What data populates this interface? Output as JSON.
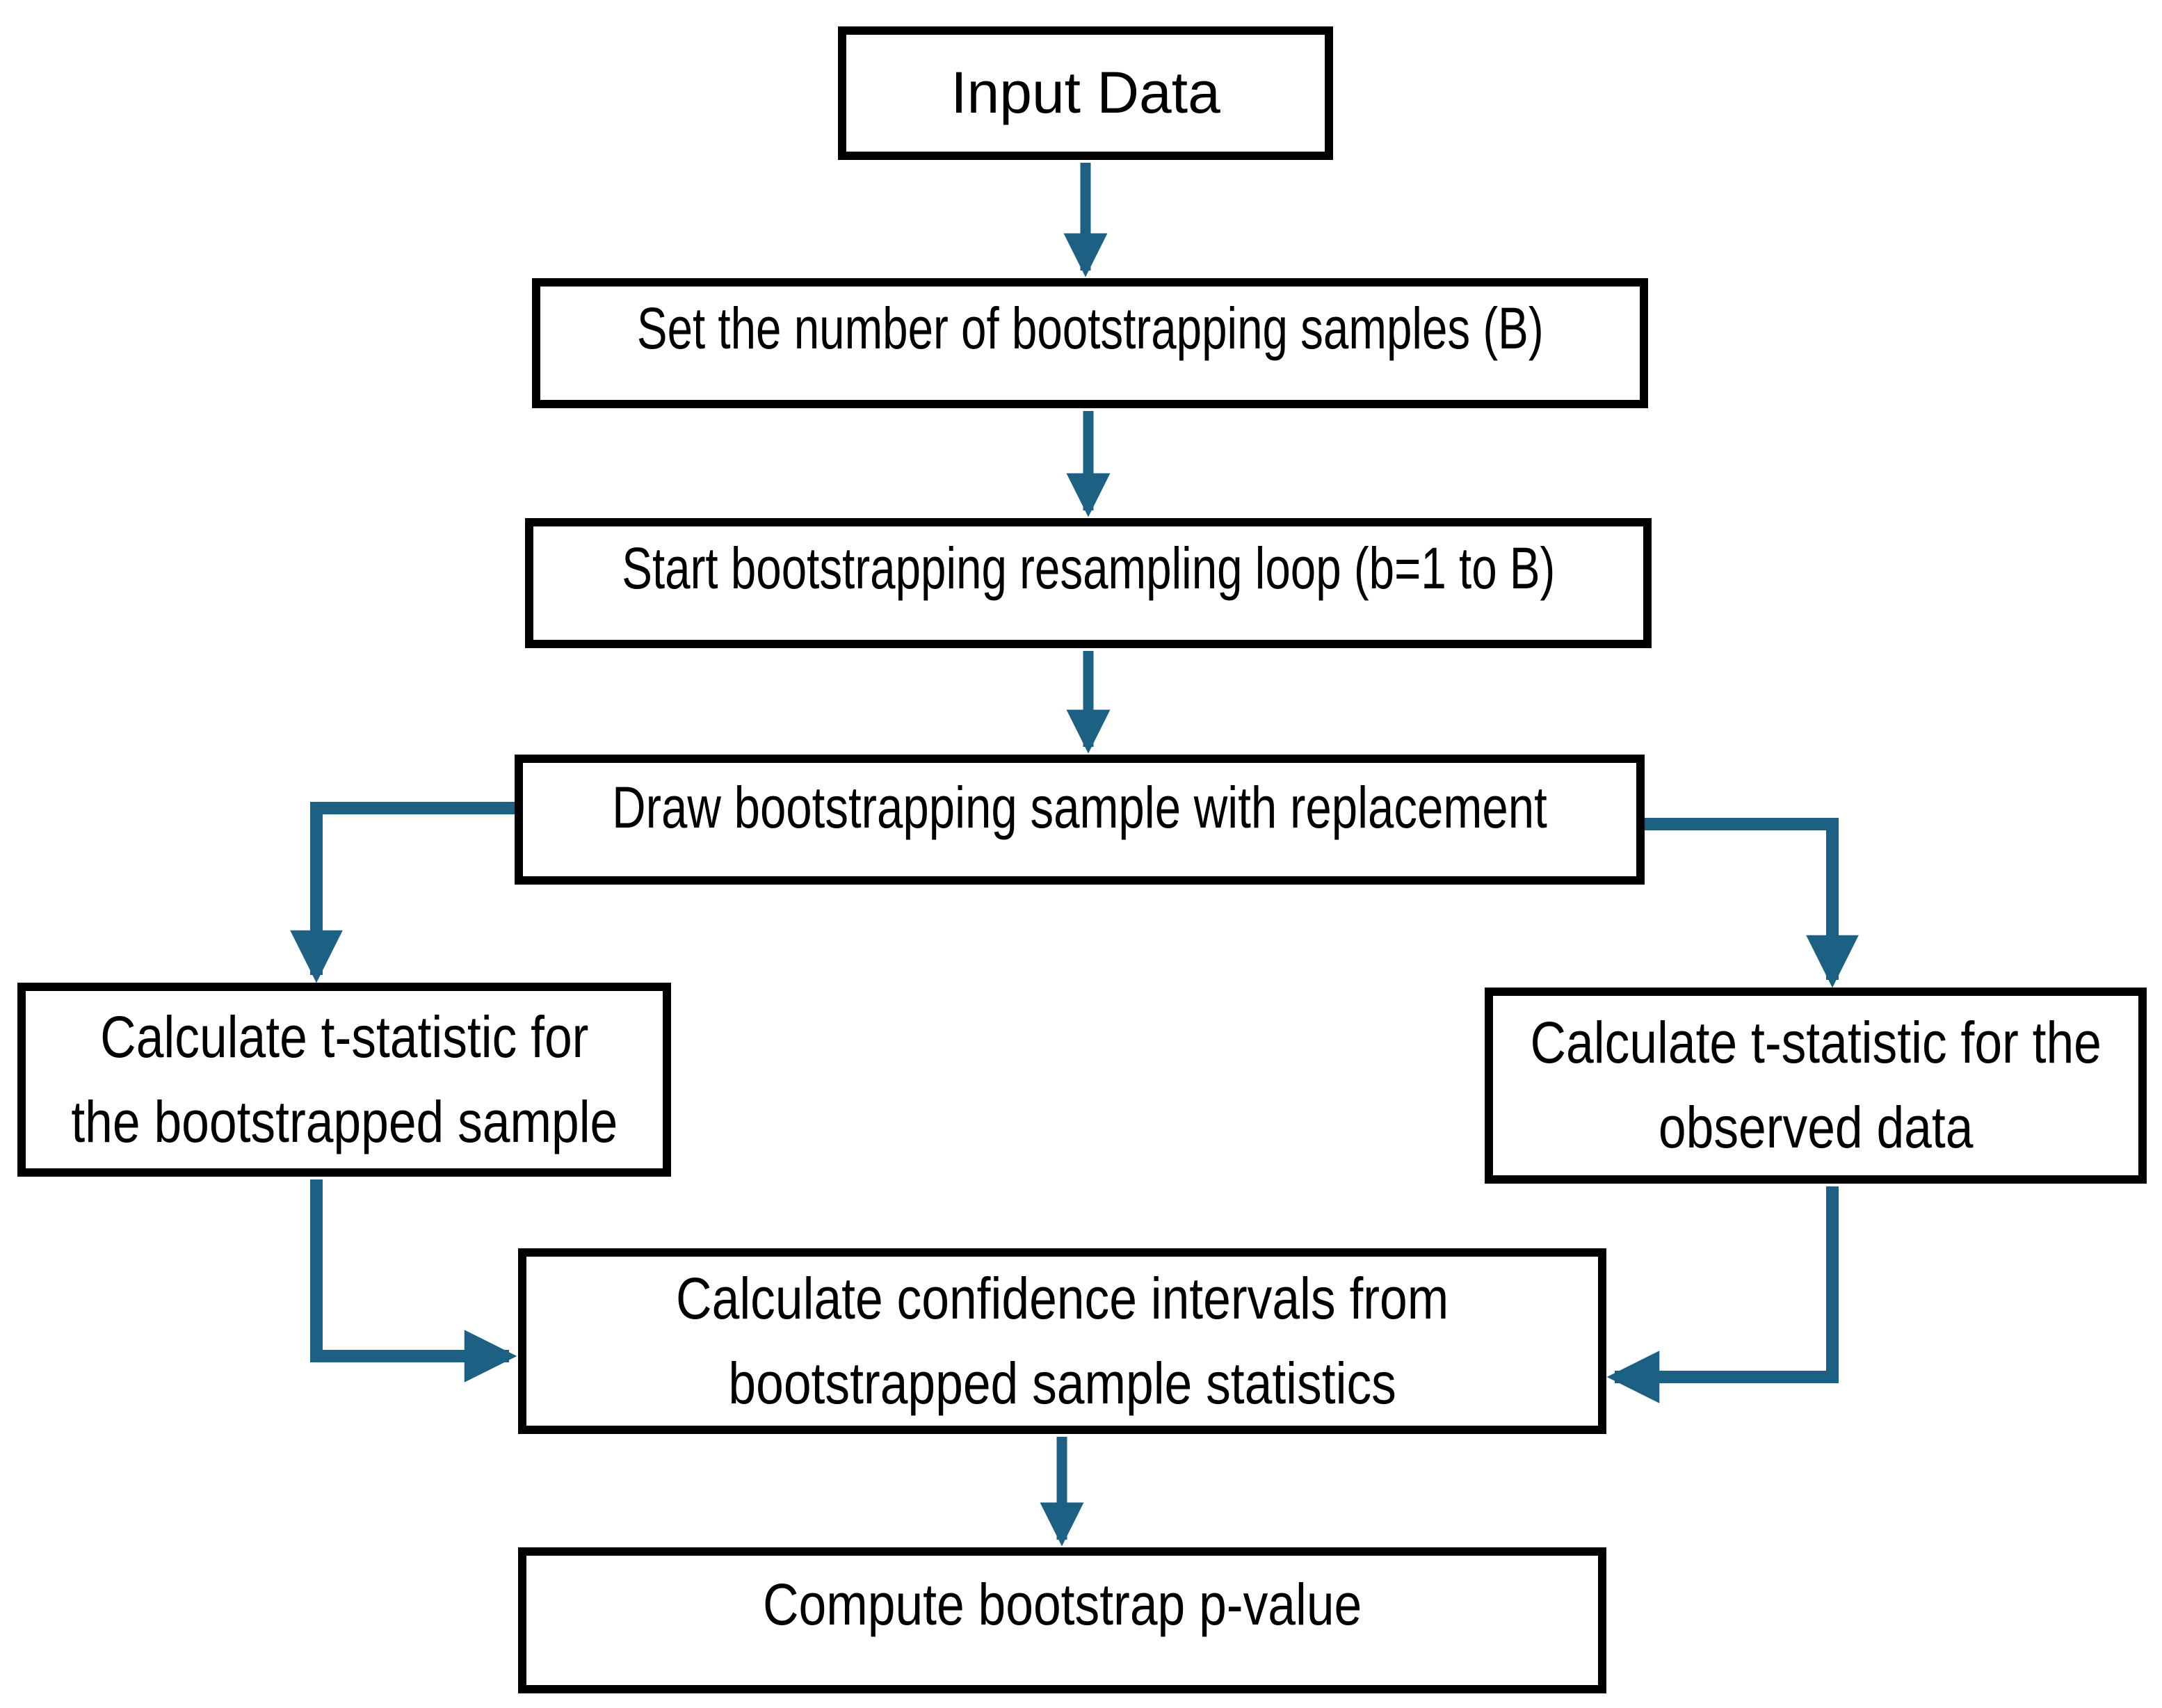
{
  "theme": {
    "accent": "#1c6084",
    "node_border": "#000000",
    "background": "#ffffff",
    "text": "#000000"
  },
  "diagram": {
    "type": "flowchart",
    "nodes": {
      "input": {
        "lines": [
          "Input Data"
        ]
      },
      "set_b": {
        "lines": [
          "Set the number of bootstrapping samples (B)"
        ]
      },
      "loop": {
        "lines": [
          "Start bootstrapping resampling loop (b=1 to B)"
        ]
      },
      "draw": {
        "lines": [
          "Draw bootstrapping sample with replacement"
        ]
      },
      "t_boot": {
        "lines": [
          "Calculate t-statistic for",
          "the bootstrapped sample"
        ]
      },
      "t_obs": {
        "lines": [
          "Calculate t-statistic for the",
          "observed data"
        ]
      },
      "ci": {
        "lines": [
          "Calculate confidence intervals from",
          "bootstrapped sample statistics"
        ]
      },
      "pvalue": {
        "lines": [
          "Compute bootstrap p-value"
        ]
      }
    },
    "edges": [
      {
        "from": "input",
        "to": "set_b"
      },
      {
        "from": "set_b",
        "to": "loop"
      },
      {
        "from": "loop",
        "to": "draw"
      },
      {
        "from": "draw",
        "to": "t_boot"
      },
      {
        "from": "draw",
        "to": "t_obs"
      },
      {
        "from": "t_boot",
        "to": "ci"
      },
      {
        "from": "t_obs",
        "to": "ci"
      },
      {
        "from": "ci",
        "to": "pvalue"
      }
    ]
  }
}
